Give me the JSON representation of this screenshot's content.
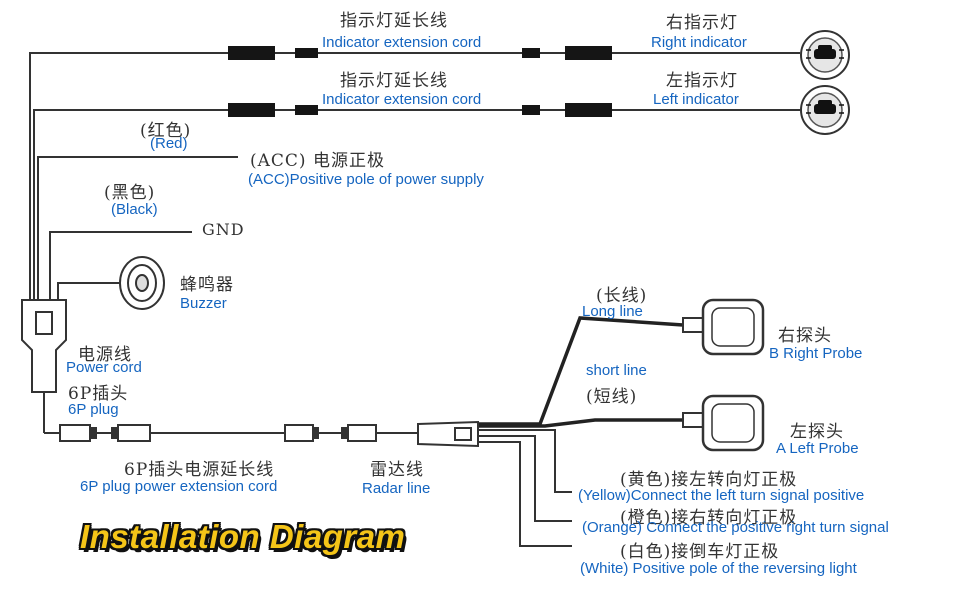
{
  "labels": {
    "ext_cord_top_zh": "指示灯延长线",
    "ext_cord_top_en": "Indicator extension cord",
    "ext_cord_mid_zh": "指示灯延长线",
    "ext_cord_mid_en": "Indicator extension cord",
    "right_indicator_zh": "右指示灯",
    "right_indicator_en": "Right indicator",
    "left_indicator_zh": "左指示灯",
    "left_indicator_en": "Left indicator",
    "red_zh": "(红色)",
    "red_en": "(Red)",
    "acc_zh": "(ACC) 电源正极",
    "acc_en": "(ACC)Positive pole of power supply",
    "black_zh": "(黑色)",
    "black_en": "(Black)",
    "gnd": "GND",
    "buzzer_zh": "蜂鸣器",
    "buzzer_en": "Buzzer",
    "power_cord_zh": "电源线",
    "power_cord_en": "Power cord",
    "plug_6p_zh": "6P插头",
    "plug_6p_en": "6P plug",
    "plug_ext_zh": "6P插头电源延长线",
    "plug_ext_en": "6P plug power extension cord",
    "radar_zh": "雷达线",
    "radar_en": "Radar  line",
    "long_line_zh": "(长线)",
    "long_line_en": "Long line",
    "short_line_en": "short line",
    "short_line_zh": "(短线)",
    "right_probe_zh": "右探头",
    "right_probe_en": "B Right Probe",
    "left_probe_zh": "左探头",
    "left_probe_en": "A Left Probe",
    "yellow_zh": "(黄色)接左转向灯正极",
    "yellow_en": "(Yellow)Connect the left turn signal positive",
    "orange_zh": "(橙色)接右转向灯正极",
    "orange_en": "(Orange) Connect the positive right turn signal",
    "white_zh": "(白色)接倒车灯正极",
    "white_en": "(White) Positive pole of the reversing light"
  },
  "title": "Installation Diagram",
  "colors": {
    "label_blue": "#1565c0",
    "title_yellow": "#f5c518",
    "wire": "#333333"
  }
}
